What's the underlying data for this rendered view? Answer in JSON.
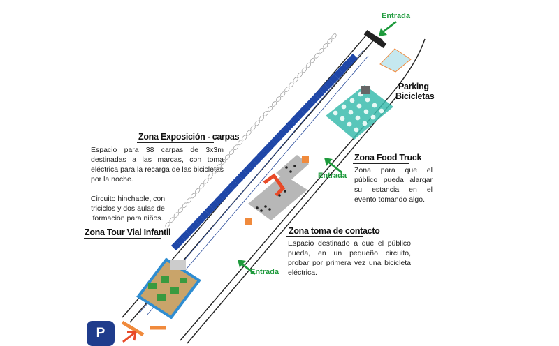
{
  "zones": {
    "exposicion": {
      "title": "Zona Exposición - carpas",
      "desc": "Espacio para 38 carpas de 3x3m destinadas a las marcas, con toma eléctrica para la recarga de las bicicletas por la noche."
    },
    "tourvial": {
      "pre": "Circuito hinchable, con triciclos y dos aulas de formación para niños.",
      "title": "Zona Tour Vial Infantil"
    },
    "foodtruck": {
      "title": "Zona Food Truck",
      "desc": "Zona para que el público pueda alargar su estancia en el evento tomando algo."
    },
    "tomacontacto": {
      "title": "Zona toma de contacto",
      "desc": "Espacio destinado a que el público pueda, en un pequeño circuito, probar por primera vez una bicicleta eléctrica."
    },
    "parking_bici": {
      "line1": "Parking",
      "line2": "Bicicletas"
    }
  },
  "entrances": {
    "top": "Entrada",
    "mid": "Entrada",
    "bottom": "Entrada"
  },
  "parking": {
    "symbol": "P"
  },
  "colors": {
    "tent": "#1f47a8",
    "food": "#3cbcae",
    "kids": "#c9a46a",
    "kids_border": "#2f8dd1",
    "green": "#1e9a3c",
    "orange": "#f08a3c",
    "red": "#e84a28",
    "grey": "#b7b7b7"
  }
}
